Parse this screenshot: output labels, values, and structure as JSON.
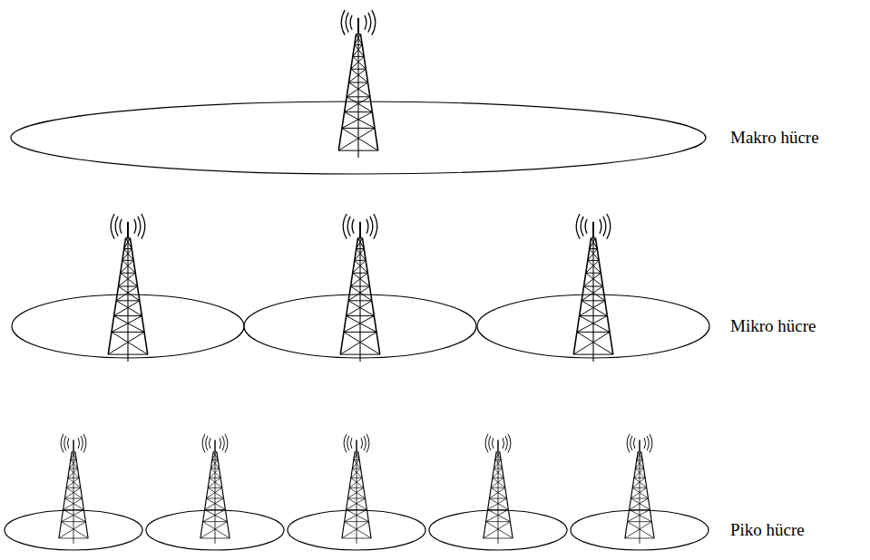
{
  "diagram": {
    "labels": [
      "Makro hücre",
      "Mikro hücre",
      "Piko hücre"
    ]
  }
}
